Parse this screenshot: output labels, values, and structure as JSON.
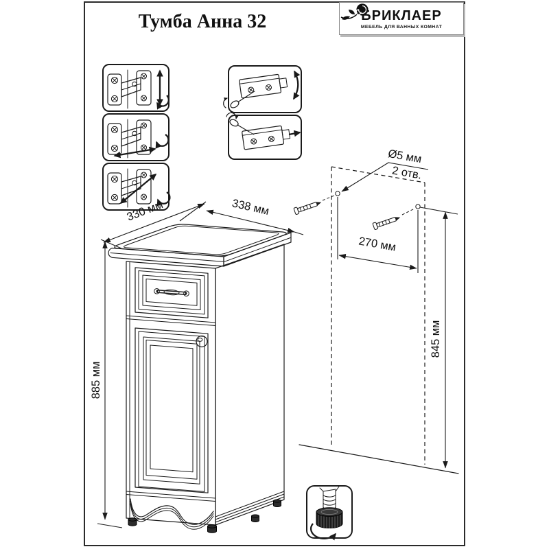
{
  "title": "Тумба Анна 32",
  "brand": {
    "name": "БРИКЛАЕР",
    "tagline": "МЕБЕЛЬ ДЛЯ ВАННЫХ КОМНАТ"
  },
  "dimensions": {
    "depth": "330 мм",
    "width": "338 мм",
    "height": "885 мм",
    "hole_spacing": "270 мм",
    "mount_height": "845 мм",
    "hole_diameter": "Ø5 мм",
    "hole_count": "2 отв."
  },
  "colors": {
    "line": "#1a1a1a",
    "frame": "#2a2a2a",
    "logo_border": "#8a8a8a"
  }
}
